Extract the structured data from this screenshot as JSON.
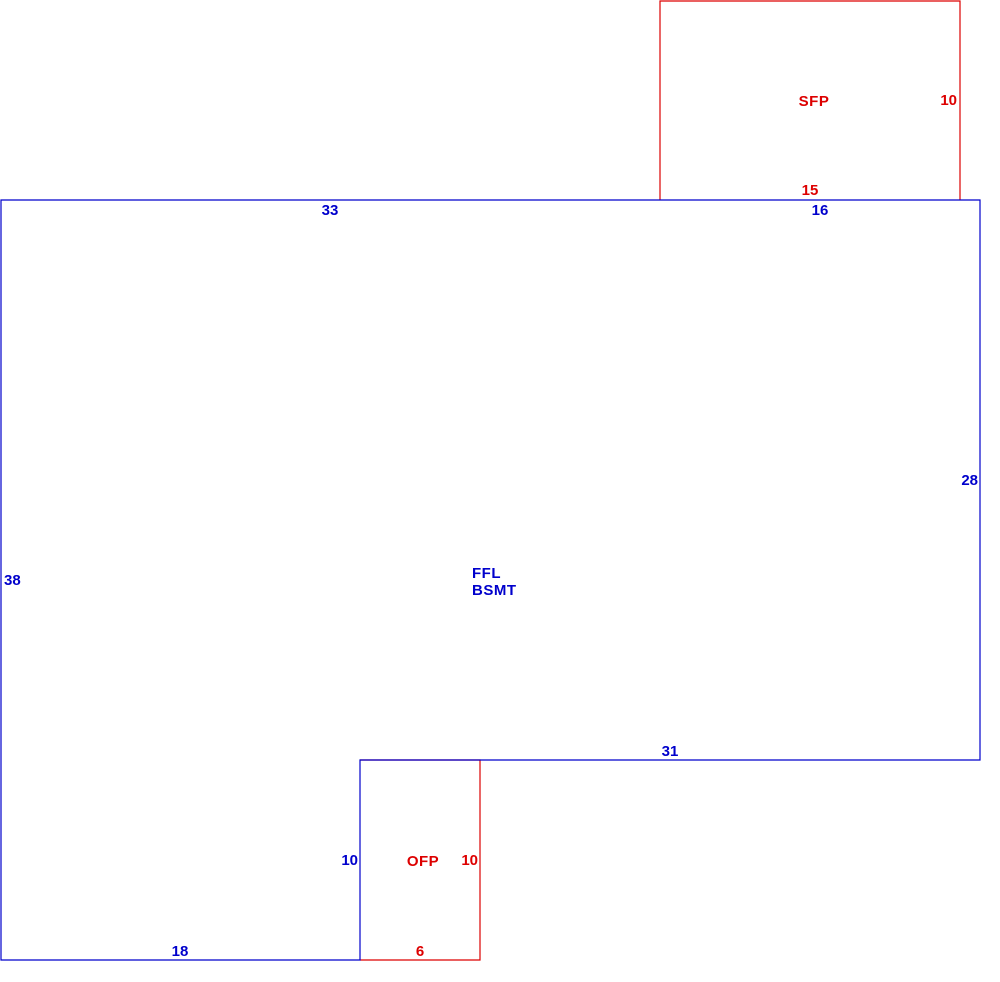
{
  "colors": {
    "main_structure": "#0000cc",
    "porch": "#dd0000",
    "background": "#ffffff"
  },
  "main": {
    "label_line1": "FFL",
    "label_line2": "BSMT",
    "dims": {
      "top_left": "33",
      "top_right": "16",
      "right": "28",
      "left": "38",
      "inner_top": "31",
      "inner_left": "10",
      "bottom": "18"
    }
  },
  "sfp": {
    "label": "SFP",
    "dims": {
      "right": "10",
      "bottom": "15"
    }
  },
  "ofp": {
    "label": "OFP",
    "dims": {
      "right": "10",
      "bottom": "6"
    }
  }
}
